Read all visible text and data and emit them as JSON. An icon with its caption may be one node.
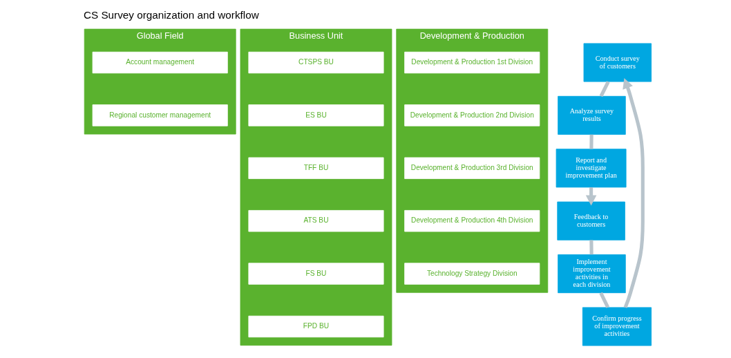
{
  "diagram": {
    "title": "CS Survey organization and workflow",
    "nodes": [
      {
        "text": [
          "Global Field"
        ]
      },
      {
        "text": [
          "Account management"
        ],
        "in": 0
      },
      {
        "text": [
          "Regional customer management"
        ],
        "in": 0
      },
      {
        "text": [
          "Business Unit"
        ]
      },
      {
        "text": [
          "CTSPS BU"
        ],
        "in": 3
      },
      {
        "text": [
          "ES BU"
        ],
        "in": 3
      },
      {
        "text": [
          "TFF BU"
        ],
        "in": 3
      },
      {
        "text": [
          "ATS BU"
        ],
        "in": 3
      },
      {
        "text": [
          "FS BU"
        ],
        "in": 3
      },
      {
        "text": [
          "FPD BU"
        ],
        "in": 3
      },
      {
        "text": [
          "Development & Production"
        ]
      },
      {
        "text": [
          "Development & Production 1st Division"
        ],
        "in": 10
      },
      {
        "text": [
          "Development & Production 2nd Division"
        ],
        "in": 10
      },
      {
        "text": [
          "Development & Production 3rd Division"
        ],
        "in": 10
      },
      {
        "text": [
          "Development & Production 4th Division"
        ],
        "in": 10
      },
      {
        "text": [
          "Technology Strategy Division"
        ],
        "in": 10
      },
      {
        "text": [
          "Conduct survey of customers"
        ]
      },
      {
        "text": [
          "Analyze survey results"
        ]
      },
      {
        "text": [
          "Report and investigate improvement plan"
        ]
      },
      {
        "text": [
          "Feedback to customers"
        ]
      },
      {
        "text": [
          "Implement improvement activities in each division"
        ]
      },
      {
        "text": [
          "Confirm progress of improvement activities"
        ]
      }
    ],
    "edges": [
      {
        "from": 21,
        "to": 16,
        "arrow": "to"
      },
      {
        "from": 16,
        "to": 17,
        "arrow": "none"
      },
      {
        "from": 17,
        "to": 18,
        "arrow": "none"
      },
      {
        "from": 18,
        "to": 19,
        "arrow": "to"
      },
      {
        "from": 19,
        "to": 20,
        "arrow": "none"
      },
      {
        "from": 20,
        "to": 21,
        "arrow": "none"
      }
    ]
  }
}
